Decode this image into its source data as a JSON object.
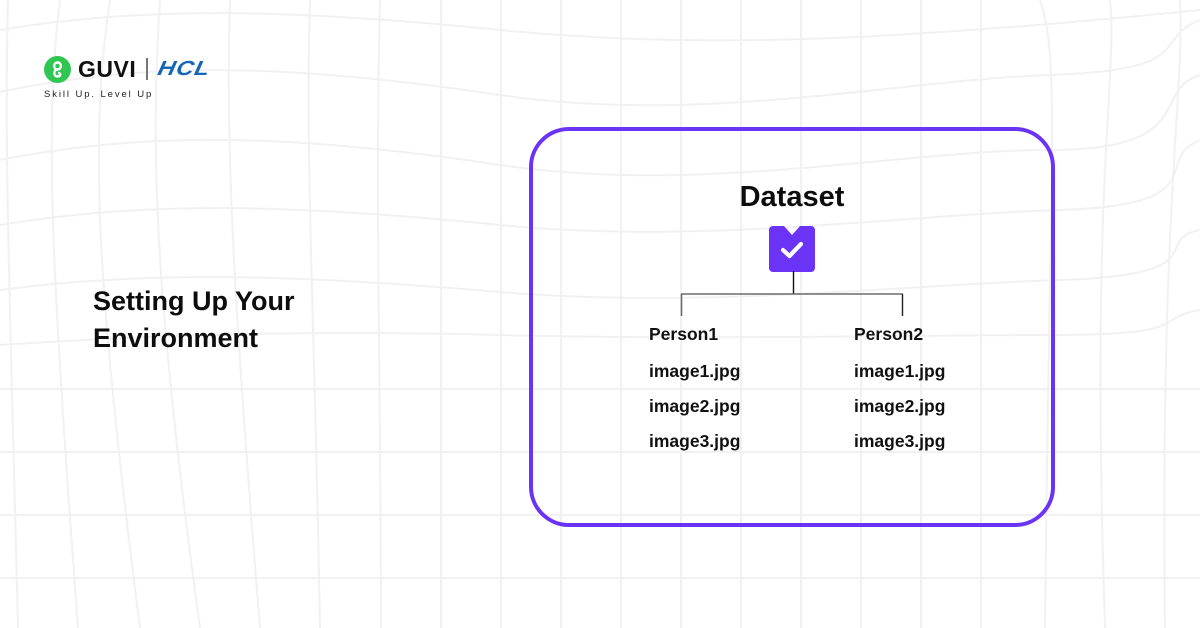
{
  "brand": {
    "logo_icon": "guvi-knot-icon",
    "name": "GUVI",
    "partner": "HCL",
    "tagline": "Skill Up. Level Up"
  },
  "heading": {
    "line1": "Setting Up Your",
    "line2": "Environment"
  },
  "diagram": {
    "root": {
      "label": "Dataset",
      "icon": "folder-check-icon"
    },
    "children": [
      {
        "label": "Person1",
        "files": [
          "image1.jpg",
          "image2.jpg",
          "image3.jpg"
        ]
      },
      {
        "label": "Person2",
        "files": [
          "image1.jpg",
          "image2.jpg",
          "image3.jpg"
        ]
      }
    ]
  },
  "colors": {
    "accent": "#6a33f5",
    "guvi_green": "#2fc651",
    "hcl_blue": "#1466b5",
    "grid": "#f1f1f3",
    "text": "#0d0d0d"
  }
}
